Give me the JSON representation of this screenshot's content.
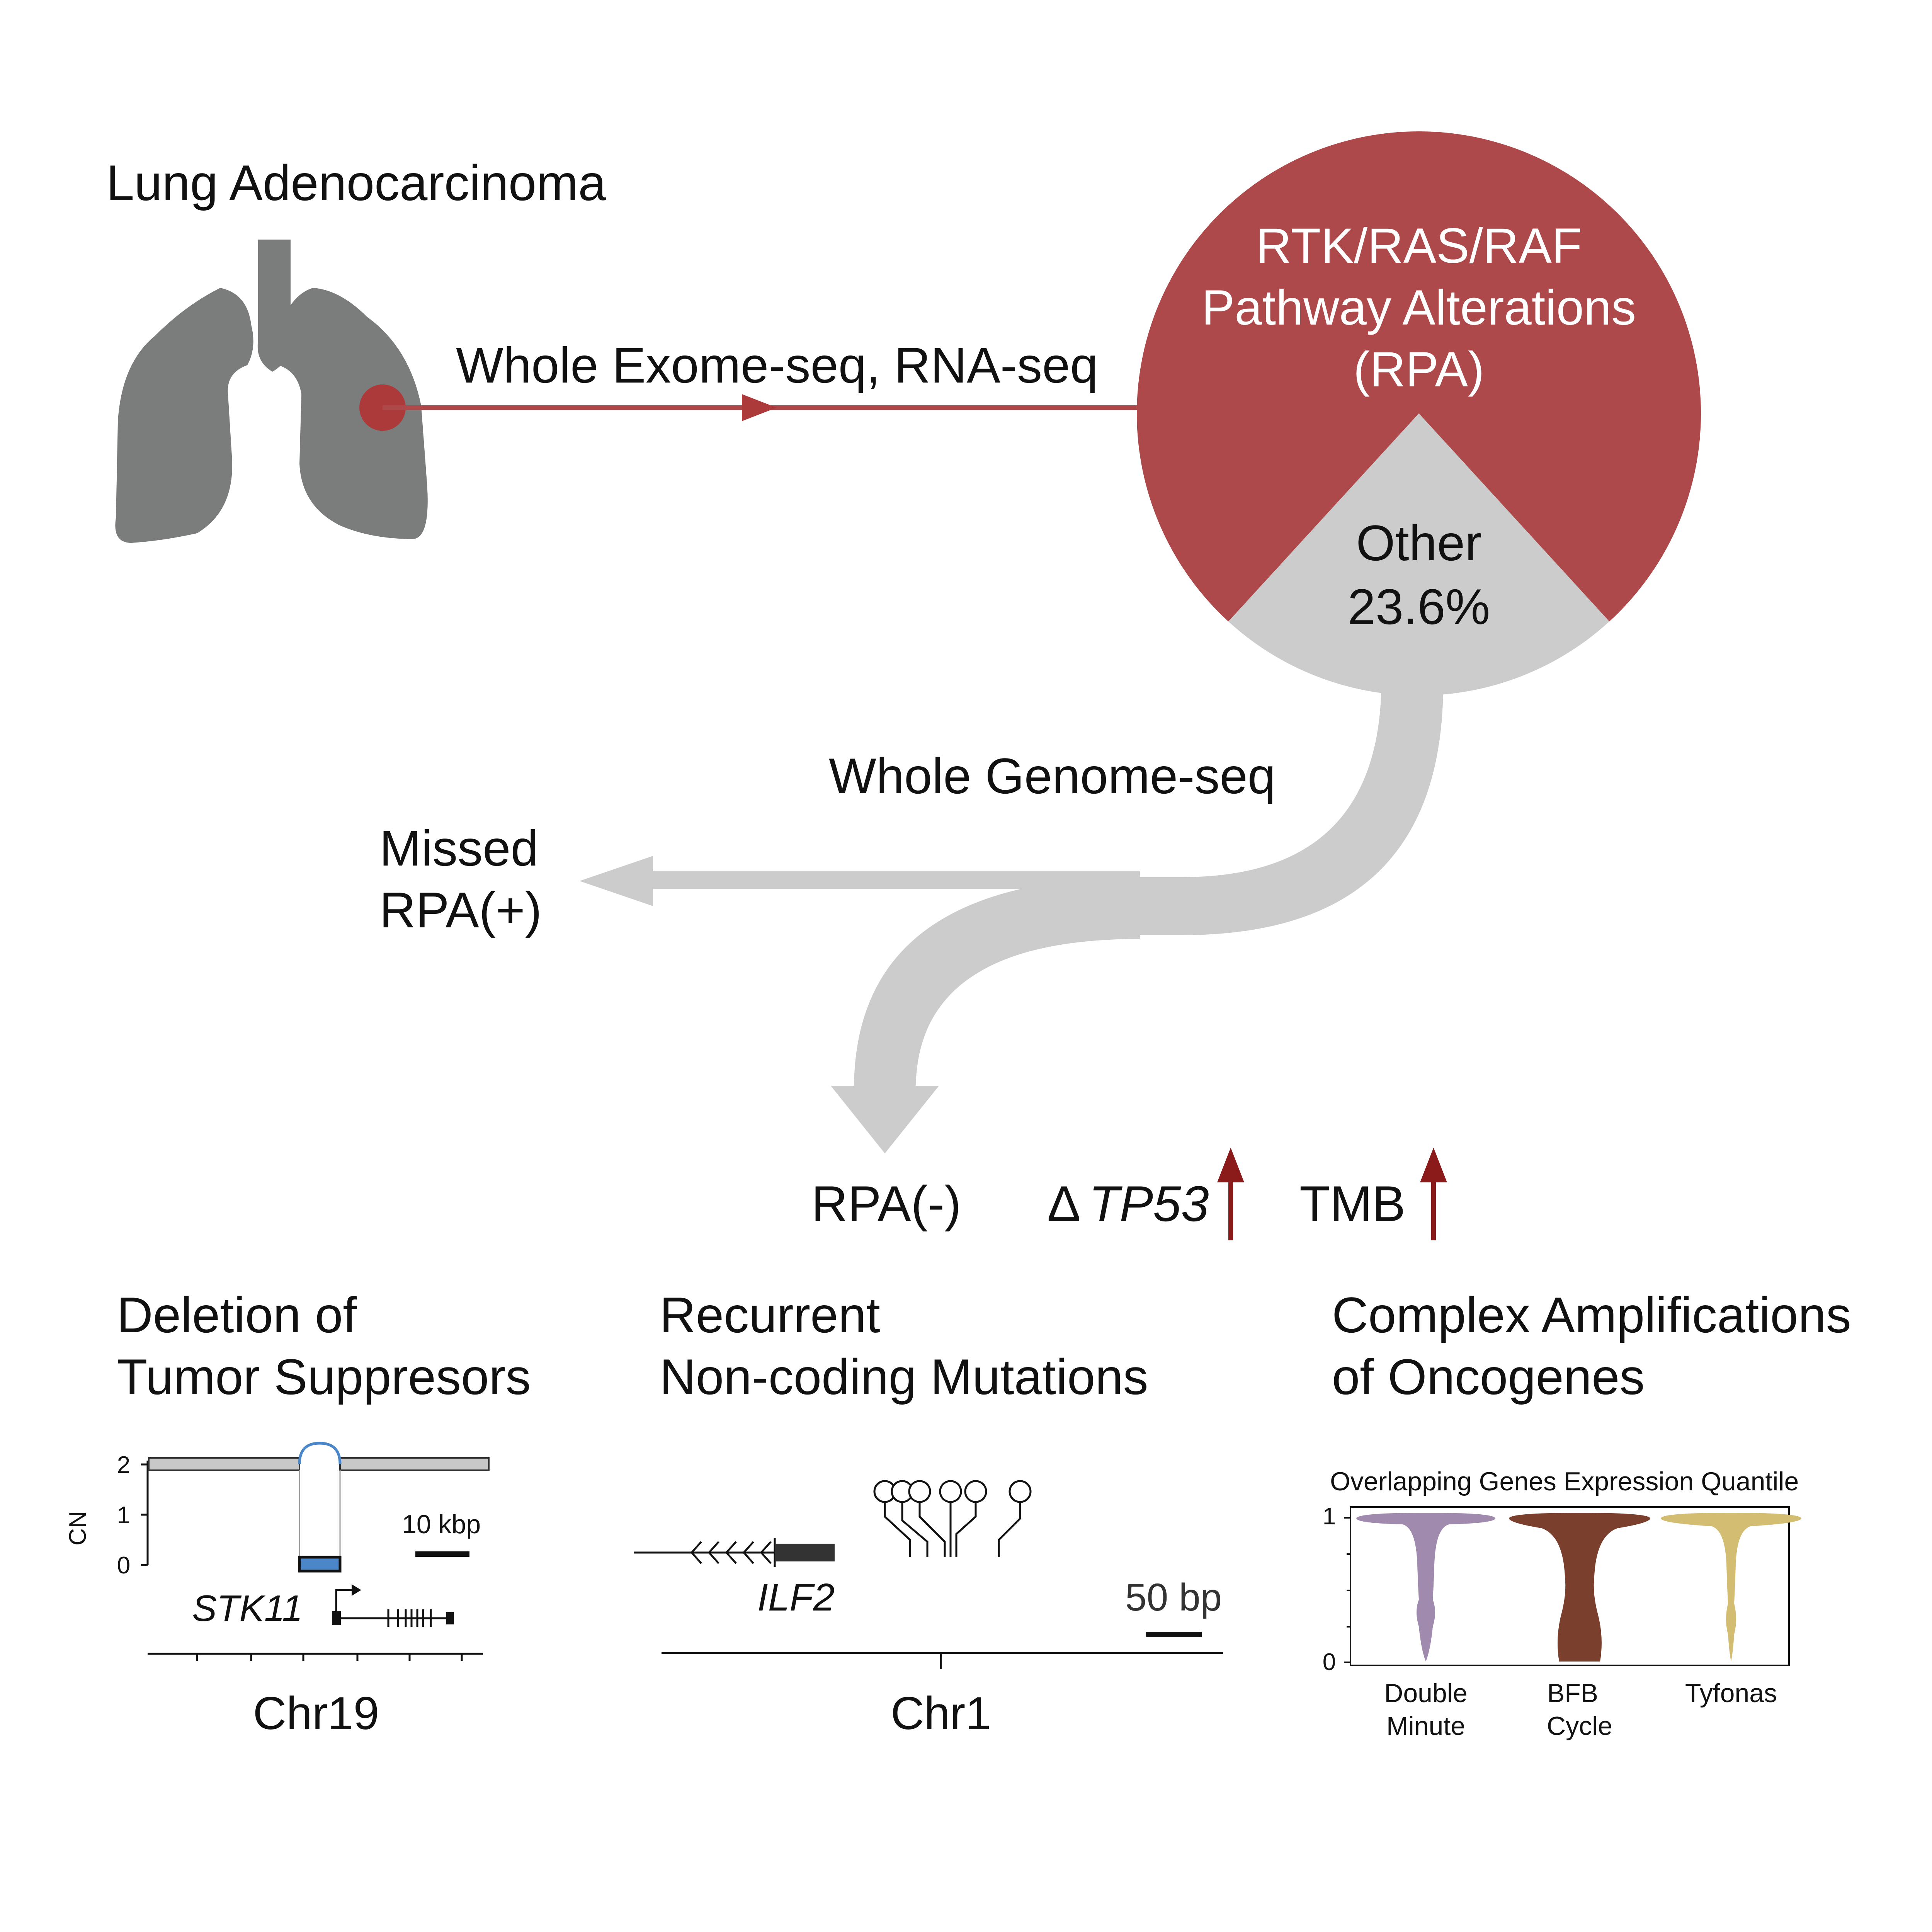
{
  "top": {
    "title": "Lung Adenocarcinoma",
    "arrow_label": "Whole Exome-seq, RNA-seq"
  },
  "pie": {
    "rpa_line1": "RTK/RAS/RAF",
    "rpa_line2": "Pathway Alterations",
    "rpa_line3": "(RPA)",
    "other_label": "Other",
    "other_value": "23.6%",
    "other_fraction": 0.236,
    "rpa_color": "#ad494a",
    "other_color": "#cccccc"
  },
  "flow": {
    "wgs_label": "Whole Genome-seq",
    "missed_line1": "Missed",
    "missed_line2": "RPA(+)",
    "rpa_neg": "RPA(-)",
    "delta": "Δ",
    "tp53": "TP53",
    "tmb": "TMB",
    "up_arrow_color": "#8b1a1a"
  },
  "panel_deletion": {
    "title_line1": "Deletion of",
    "title_line2": "Tumor Suppresors",
    "y_axis_label": "CN",
    "y_ticks": [
      "2",
      "1",
      "0"
    ],
    "scale_label": "10 kbp",
    "gene": "STK11",
    "chrom": "Chr19"
  },
  "panel_noncoding": {
    "title_line1": "Recurrent",
    "title_line2": "Non-coding Mutations",
    "gene": "ILF2",
    "scale_label": "50 bp",
    "chrom": "Chr1"
  },
  "panel_amplification": {
    "title_line1": "Complex Amplifications",
    "title_line2": "of Oncogenes",
    "chart_title": "Overlapping Genes Expression Quantile",
    "y_ticks": [
      "1",
      "0"
    ],
    "categories": [
      {
        "line1": "Double",
        "line2": "Minute",
        "color": "#a08aae"
      },
      {
        "line1": "BFB",
        "line2": "Cycle",
        "color": "#7b3f2e"
      },
      {
        "line1": "Tyfonas",
        "line2": "",
        "color": "#d2bd72"
      }
    ]
  }
}
